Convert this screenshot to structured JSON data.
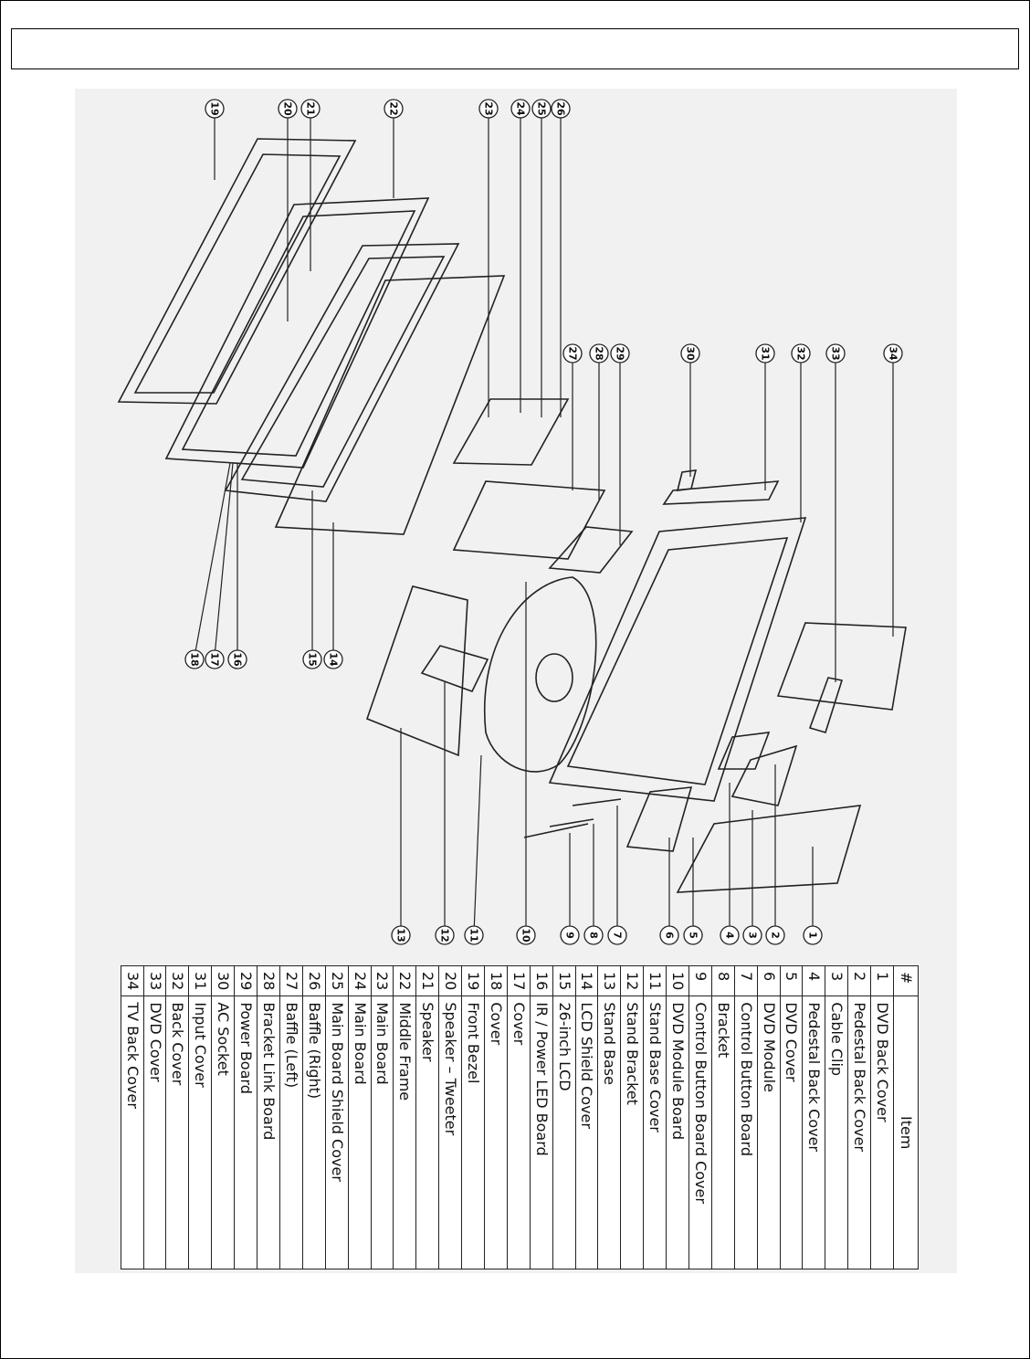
{
  "table": {
    "header_num": "#",
    "header_item": "Item",
    "rows": [
      {
        "num": "1",
        "item": "DVD Back Cover"
      },
      {
        "num": "2",
        "item": "Pedestal Back Cover"
      },
      {
        "num": "3",
        "item": "Cable Clip"
      },
      {
        "num": "4",
        "item": "Pedestal Back Cover"
      },
      {
        "num": "5",
        "item": "DVD Cover"
      },
      {
        "num": "6",
        "item": "DVD Module"
      },
      {
        "num": "7",
        "item": "Control Button Board"
      },
      {
        "num": "8",
        "item": "Bracket"
      },
      {
        "num": "9",
        "item": "Control Button Board Cover"
      },
      {
        "num": "10",
        "item": "DVD Module Board"
      },
      {
        "num": "11",
        "item": "Stand Base Cover"
      },
      {
        "num": "12",
        "item": "Stand Bracket"
      },
      {
        "num": "13",
        "item": "Stand Base"
      },
      {
        "num": "14",
        "item": "LCD Shield Cover"
      },
      {
        "num": "15",
        "item": "26-inch LCD"
      },
      {
        "num": "16",
        "item": "IR / Power LED Board"
      },
      {
        "num": "17",
        "item": "Cover"
      },
      {
        "num": "18",
        "item": "Cover"
      },
      {
        "num": "19",
        "item": "Front Bezel"
      },
      {
        "num": "20",
        "item": "Speaker – Tweeter"
      },
      {
        "num": "21",
        "item": "Speaker"
      },
      {
        "num": "22",
        "item": "Middle Frame"
      },
      {
        "num": "23",
        "item": "Main Board"
      },
      {
        "num": "24",
        "item": "Main Board"
      },
      {
        "num": "25",
        "item": "Main Board Shield Cover"
      },
      {
        "num": "26",
        "item": "Baffle (Right)"
      },
      {
        "num": "27",
        "item": "Baffle (Left)"
      },
      {
        "num": "28",
        "item": "Bracket Link Board"
      },
      {
        "num": "29",
        "item": "Power Board"
      },
      {
        "num": "30",
        "item": "AC Socket"
      },
      {
        "num": "31",
        "item": "Input Cover"
      },
      {
        "num": "32",
        "item": "Back Cover"
      },
      {
        "num": "33",
        "item": "DVD Cover"
      },
      {
        "num": "34",
        "item": "TV Back Cover"
      }
    ]
  },
  "callouts": {
    "top_row": [
      "19",
      "20",
      "21",
      "22",
      "23",
      "24",
      "25",
      "26"
    ],
    "middle_row": [
      "27",
      "28",
      "29",
      "30",
      "31",
      "32",
      "33",
      "34"
    ],
    "left_column": [
      "18",
      "17",
      "16",
      "15",
      "14"
    ],
    "bottom_row": [
      "13",
      "12",
      "11",
      "10",
      "9",
      "8",
      "7",
      "6",
      "5",
      "4",
      "3",
      "2",
      "1"
    ]
  }
}
